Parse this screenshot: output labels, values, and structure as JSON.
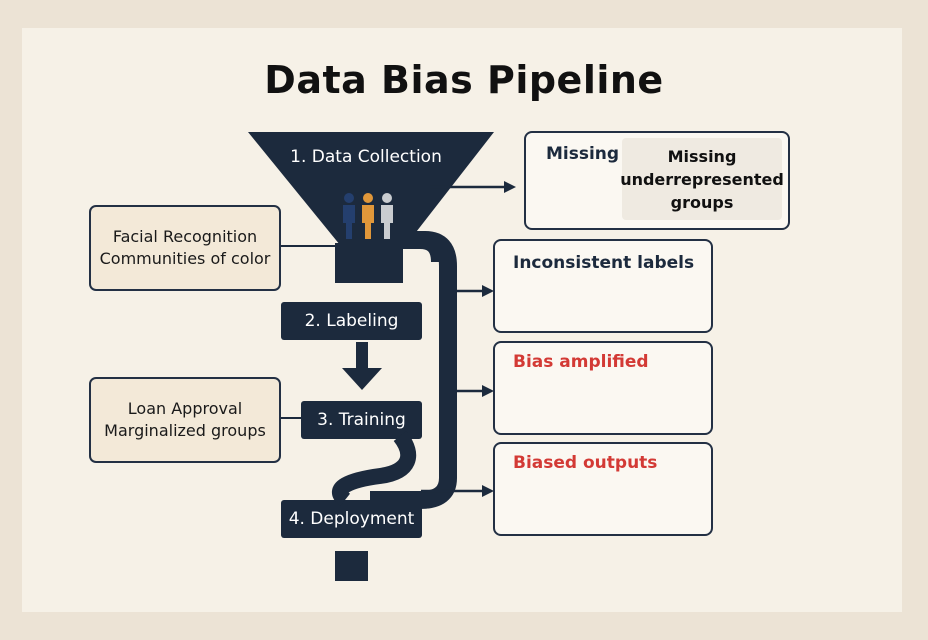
{
  "title": "Data Bias Pipeline",
  "stages": [
    {
      "label": "1. Data Collection"
    },
    {
      "label": "2. Labeling"
    },
    {
      "label": "3. Training"
    },
    {
      "label": "4. Deployment"
    }
  ],
  "notes": [
    {
      "lines": [
        "Facial Recognition",
        "Communities of color"
      ]
    },
    {
      "lines": [
        "Loan Approval",
        "Marginalized groups"
      ]
    }
  ],
  "cards": [
    {
      "title": "Missing",
      "subtitle_lines": [
        "Missing",
        "underrepresented",
        "groups"
      ],
      "icons": [
        "person-icon",
        "person-icon",
        "globe-icon"
      ]
    },
    {
      "title": "Inconsistent labels",
      "icons": [
        "head-silhouette-icon",
        "head-silhouette-icon",
        "globe-icon",
        "question-mark-icon",
        "cube-icon"
      ]
    },
    {
      "title": "Bias amplified",
      "icons": [
        "cube-icon",
        "arrow-right-icon",
        "head-silhouette-icon",
        "question-mark-icon",
        "group-icon"
      ]
    },
    {
      "title": "Biased outputs",
      "icons": [
        "person-list-icon",
        "person-icon",
        "person-icon",
        "target-check-icon"
      ]
    }
  ],
  "colors": {
    "navy": "#1c2a3d",
    "orange": "#e0973a",
    "gray": "#8f969c",
    "red": "#d33a35",
    "blue_person": "#243f6e"
  }
}
